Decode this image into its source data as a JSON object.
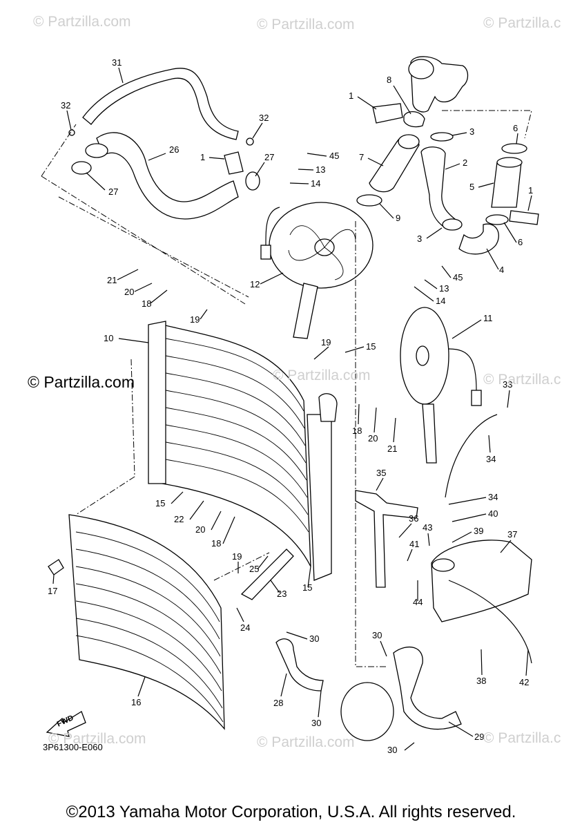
{
  "watermarks": {
    "top_left": "© Partzilla.com",
    "top_center": "© Partzilla.com",
    "top_right": "© Partzilla.c",
    "mid_left": "© Partzilla.com",
    "mid_center": "© Partzilla.com",
    "mid_right": "© Partzilla.c",
    "bottom_left": "© Partzilla.com",
    "bottom_center": "© Partzilla.com",
    "bottom_right": "© Partzilla.c"
  },
  "diagram_code": "3P61300-E060",
  "fwd_label": "FWD",
  "copyright": "©2013 Yamaha Motor Corporation, U.S.A. All rights reserved.",
  "callouts": [
    "31",
    "32",
    "32",
    "26",
    "27",
    "1",
    "27",
    "45",
    "13",
    "14",
    "8",
    "1",
    "3",
    "7",
    "2",
    "6",
    "5",
    "1",
    "9",
    "3",
    "6",
    "4",
    "21",
    "20",
    "18",
    "19",
    "10",
    "12",
    "45",
    "13",
    "14",
    "11",
    "19",
    "15",
    "18",
    "20",
    "21",
    "33",
    "34",
    "15",
    "22",
    "20",
    "18",
    "35",
    "34",
    "40",
    "36",
    "43",
    "39",
    "37",
    "41",
    "19",
    "25",
    "23",
    "15",
    "44",
    "17",
    "24",
    "30",
    "30",
    "16",
    "28",
    "30",
    "38",
    "42",
    "29",
    "30"
  ]
}
